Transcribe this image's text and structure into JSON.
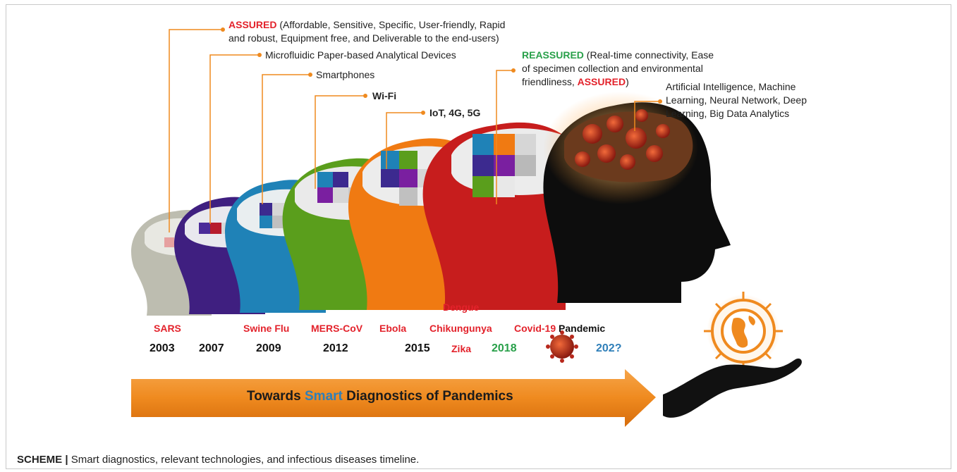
{
  "technologies": {
    "assured": {
      "title": "ASSURED",
      "line1": "(Affordable, Sensitive, Specific, User-friendly, Rapid",
      "line2": "and robust, Equipment free, and Deliverable to the end-users)"
    },
    "mpad": "Microfluidic Paper-based Analytical Devices",
    "smartphones": "Smartphones",
    "wifi": "Wi-Fi",
    "iot": "IoT, 4G, 5G",
    "reassured": {
      "title": "REASSURED",
      "line1": "(Real-time connectivity, Ease",
      "line2": "of specimen collection and environmental",
      "line3": "friendliness, ",
      "tail": "ASSURED",
      "close": ")"
    },
    "ai": {
      "line1": "Artificial  Intelligence,  Machine",
      "line2": "Learning, Neural Network, Deep",
      "line3": "Learning, Big Data Analytics"
    }
  },
  "diseases": {
    "sars": "SARS",
    "swine_flu": "Swine Flu",
    "mers": "MERS-CoV",
    "ebola": "Ebola",
    "dengue": "Dengue",
    "chikungunya": "Chikungunya",
    "zika": "Zika",
    "covid_a": "Covid-19",
    "covid_b": "Pandemic"
  },
  "years": {
    "y2003": "2003",
    "y2007": "2007",
    "y2009": "2009",
    "y2012": "2012",
    "y2015": "2015",
    "y2018": "2018",
    "y202x": "202?"
  },
  "arrow": {
    "pre": "Towards ",
    "mid": "Smart",
    "post": " Diagnostics of Pandemics"
  },
  "caption": {
    "label": "SCHEME |",
    "text": " Smart diagnostics, relevant technologies, and infectious diseases timeline."
  },
  "colors": {
    "head_2003": "#bdbdb0",
    "head_2007": "#3f1f80",
    "head_2009": "#1f82b7",
    "head_2012": "#5a9e1c",
    "head_2015": "#f07a12",
    "head_2018": "#c71d1d",
    "head_202x": "#0d0d0d",
    "arrow": "#ef8a1f",
    "leader": "#ef8a1f",
    "accent_red": "#e3222b",
    "accent_green": "#29a04a",
    "accent_blue": "#2f7fb9"
  }
}
